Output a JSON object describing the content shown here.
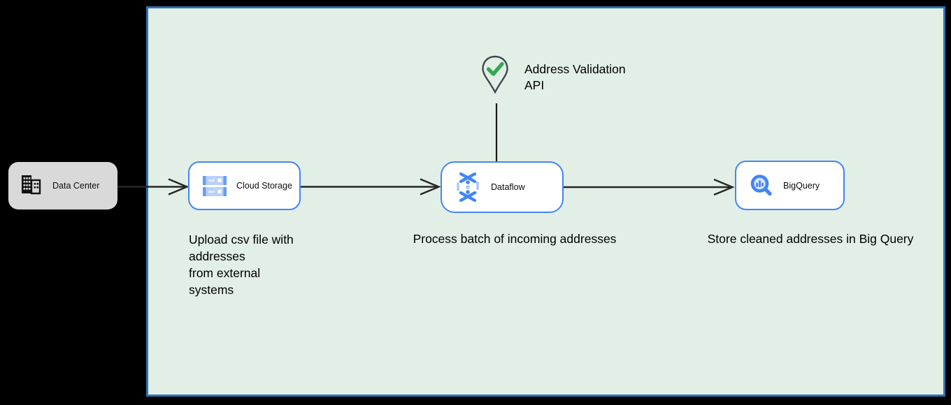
{
  "diagram": {
    "colors": {
      "canvas_bg": "#000000",
      "panel_bg": "#e2efe6",
      "panel_border": "#2d72b3",
      "node_border": "#4285f4",
      "node_icon_blue": "#4285f4",
      "node_icon_light_blue": "#a8c7fa",
      "external_node_bg": "#d9d9d9",
      "check_green": "#34a853",
      "connector": "#262626"
    }
  },
  "external_node": {
    "label": "Data Center"
  },
  "annotation": {
    "label": "Address Validation\nAPI"
  },
  "nodes": [
    {
      "id": "cloud-storage",
      "label": "Cloud Storage",
      "description": "Upload csv file with\naddresses\nfrom external\nsystems"
    },
    {
      "id": "dataflow",
      "label": "Dataflow",
      "description": "Process batch of incoming addresses"
    },
    {
      "id": "bigquery",
      "label": "BigQuery",
      "description": "Store cleaned addresses in Big Query"
    }
  ]
}
